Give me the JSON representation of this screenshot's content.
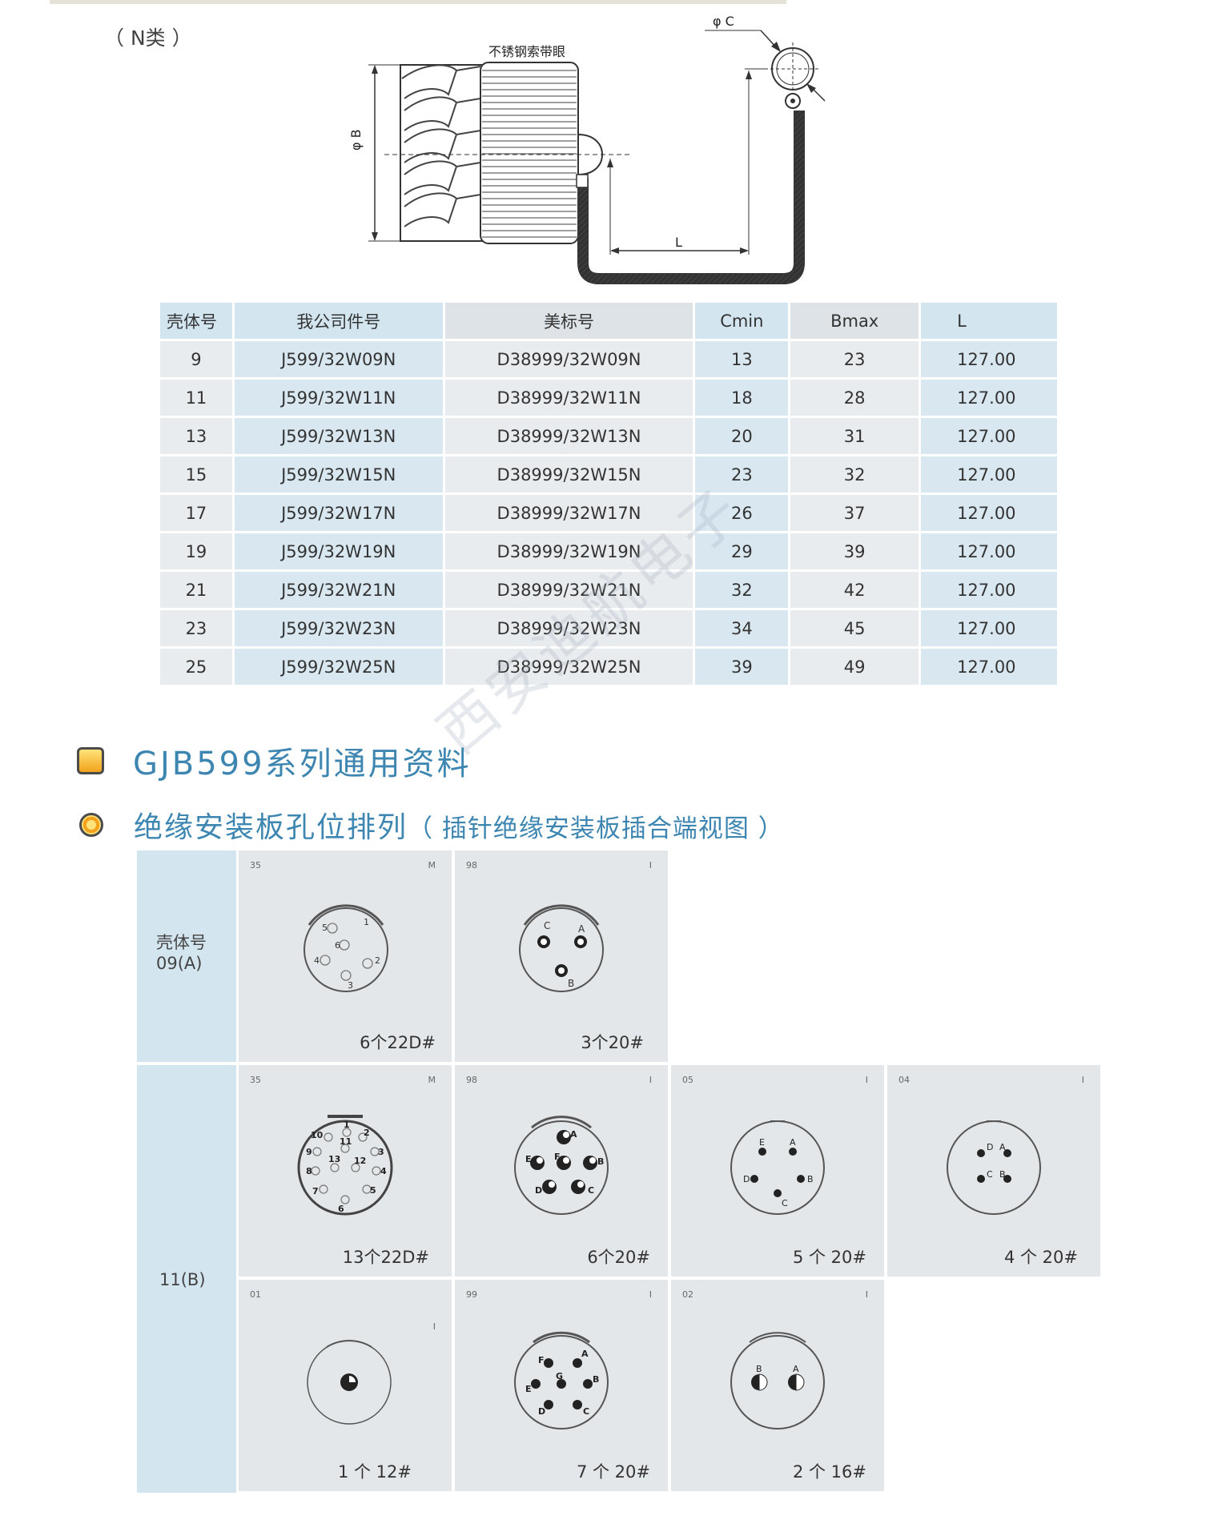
{
  "n_label": "（ N类 ）",
  "drawing": {
    "callout": "不锈钢索带眼",
    "phi_b": "φ B",
    "phi_c": "φ C",
    "l": "L"
  },
  "table": {
    "headers": [
      "壳体号",
      "我公司件号",
      "美标号",
      "Cmin",
      "Bmax",
      "L"
    ],
    "rows": [
      [
        "9",
        "J599/32W09N",
        "D38999/32W09N",
        "13",
        "23",
        "127.00"
      ],
      [
        "11",
        "J599/32W11N",
        "D38999/32W11N",
        "18",
        "28",
        "127.00"
      ],
      [
        "13",
        "J599/32W13N",
        "D38999/32W13N",
        "20",
        "31",
        "127.00"
      ],
      [
        "15",
        "J599/32W15N",
        "D38999/32W15N",
        "23",
        "32",
        "127.00"
      ],
      [
        "17",
        "J599/32W17N",
        "D38999/32W17N",
        "26",
        "37",
        "127.00"
      ],
      [
        "19",
        "J599/32W19N",
        "D38999/32W19N",
        "29",
        "39",
        "127.00"
      ],
      [
        "21",
        "J599/32W21N",
        "D38999/32W21N",
        "32",
        "42",
        "127.00"
      ],
      [
        "23",
        "J599/32W23N",
        "D38999/32W23N",
        "34",
        "45",
        "127.00"
      ],
      [
        "25",
        "J599/32W25N",
        "D38999/32W25N",
        "39",
        "49",
        "127.00"
      ]
    ]
  },
  "watermark": "西安迪航电子",
  "section1": "GJB599系列通用资料",
  "section2": {
    "title": "绝缘安装板孔位排列",
    "subtitle": "（ 插针绝缘安装板插合端视图 ）"
  },
  "layouts": {
    "shell_09_label_line1": "壳体号",
    "shell_09_label_line2": "09(A)",
    "shell_11_label": "11(B)",
    "cells": [
      {
        "code": "35",
        "mark": "M",
        "count": "6个22D#"
      },
      {
        "code": "98",
        "mark": "I",
        "count": "3个20#"
      },
      {
        "code": "35",
        "mark": "M",
        "count": "13个22D#"
      },
      {
        "code": "98",
        "mark": "I",
        "count": "6个20#"
      },
      {
        "code": "05",
        "mark": "I",
        "count": "5 个 20#"
      },
      {
        "code": "04",
        "mark": "I",
        "count": "4 个 20#"
      },
      {
        "code": "01",
        "mark": "I",
        "count": "1 个 12#"
      },
      {
        "code": "99",
        "mark": "I",
        "count": "7 个 20#"
      },
      {
        "code": "02",
        "mark": "I",
        "count": "2 个 16#"
      }
    ]
  },
  "pin_labels": {
    "c0": [
      "1",
      "2",
      "3",
      "4",
      "5",
      "6"
    ],
    "c1": [
      "A",
      "B",
      "C"
    ],
    "c2": [
      "1",
      "2",
      "3",
      "4",
      "5",
      "6",
      "7",
      "8",
      "9",
      "10",
      "11",
      "12",
      "13"
    ],
    "c3": [
      "A",
      "B",
      "C",
      "D",
      "E",
      "F"
    ],
    "c4": [
      "A",
      "B",
      "C",
      "D",
      "E"
    ],
    "c5": [
      "A",
      "B",
      "C",
      "D"
    ],
    "c7": [
      "A",
      "B",
      "C",
      "D",
      "E",
      "F",
      "G"
    ],
    "c8": [
      "A",
      "B"
    ]
  }
}
